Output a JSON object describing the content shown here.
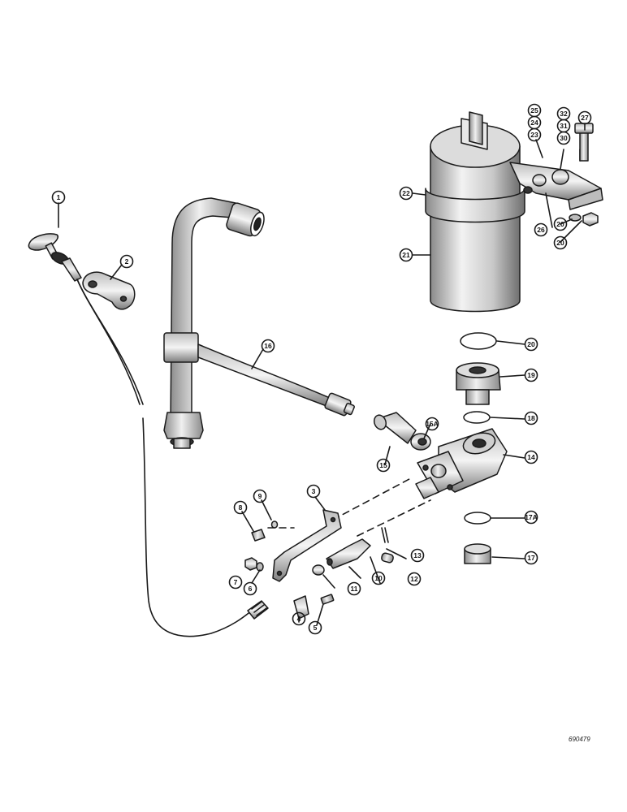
{
  "callouts": [
    {
      "id": "c1",
      "text": "1"
    },
    {
      "id": "c2",
      "text": "2"
    },
    {
      "id": "c3",
      "text": "3"
    },
    {
      "id": "c4",
      "text": "4"
    },
    {
      "id": "c5",
      "text": "5"
    },
    {
      "id": "c6",
      "text": "6"
    },
    {
      "id": "c7",
      "text": "7"
    },
    {
      "id": "c8",
      "text": "8"
    },
    {
      "id": "c9",
      "text": "9"
    },
    {
      "id": "c10",
      "text": "10"
    },
    {
      "id": "c11",
      "text": "11"
    },
    {
      "id": "c12",
      "text": "12"
    },
    {
      "id": "c13",
      "text": "13"
    },
    {
      "id": "c14",
      "text": "14"
    },
    {
      "id": "c15",
      "text": "15"
    },
    {
      "id": "c15a",
      "text": "15A"
    },
    {
      "id": "c16",
      "text": "16"
    },
    {
      "id": "c17",
      "text": "17"
    },
    {
      "id": "c17a",
      "text": "17A"
    },
    {
      "id": "c18",
      "text": "18"
    },
    {
      "id": "c19",
      "text": "19"
    },
    {
      "id": "c20a",
      "text": "20"
    },
    {
      "id": "c20b",
      "text": "20"
    },
    {
      "id": "c20c",
      "text": "20"
    },
    {
      "id": "c21",
      "text": "21"
    },
    {
      "id": "c22",
      "text": "22"
    },
    {
      "id": "c23",
      "text": "23"
    },
    {
      "id": "c24",
      "text": "24"
    },
    {
      "id": "c25",
      "text": "25"
    },
    {
      "id": "c26",
      "text": "26"
    },
    {
      "id": "c27",
      "text": "27"
    },
    {
      "id": "c30",
      "text": "30"
    },
    {
      "id": "c31",
      "text": "31"
    },
    {
      "id": "c32",
      "text": "32"
    }
  ],
  "reference_number": "690479",
  "colors": {
    "ink": "#1a1a1a",
    "shade": "#9a9a9a",
    "background": "#ffffff"
  }
}
